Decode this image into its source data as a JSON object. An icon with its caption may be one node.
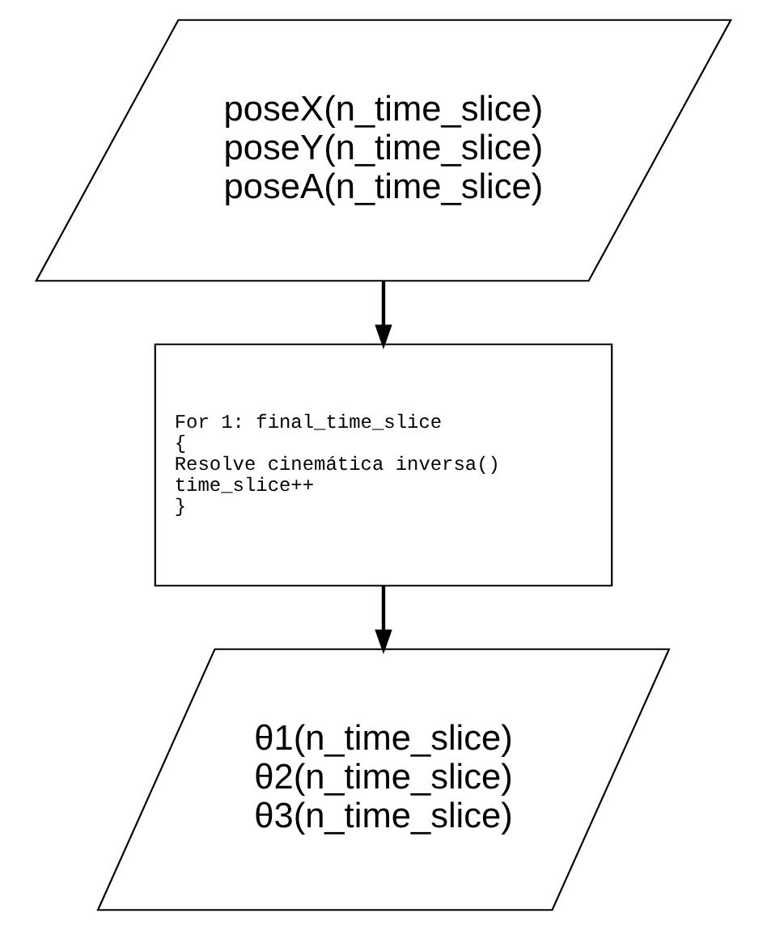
{
  "diagram": {
    "nodes": [
      {
        "text": [
          "poseX(n_time_slice)",
          "poseY(n_time_slice)",
          "poseA(n_time_slice)"
        ]
      },
      {
        "text": [
          "For 1: final_time_slice",
          "{",
          "Resolve cinemática inversa()",
          "time_slice++",
          "}"
        ]
      },
      {
        "text": [
          "θ1(n_time_slice)",
          "θ2(n_time_slice)",
          "θ3(n_time_slice)"
        ]
      }
    ],
    "edges": [
      {
        "from": 0,
        "to": 1,
        "arrow": "to"
      },
      {
        "from": 1,
        "to": 2,
        "arrow": "to"
      }
    ]
  }
}
